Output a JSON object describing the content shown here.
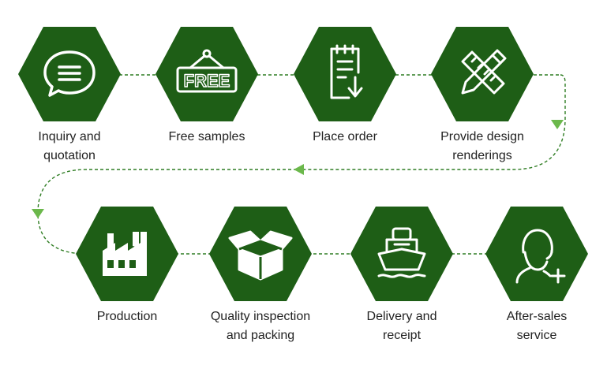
{
  "colors": {
    "hex_fill": "#1e5e16",
    "connector": "#2f7d23",
    "arrow": "#6bb84b",
    "icon": "#ffffff",
    "text": "#222222"
  },
  "steps": [
    {
      "label": "Inquiry and\nquotation",
      "icon": "chat-bubble-icon"
    },
    {
      "label": "Free samples",
      "icon": "free-sign-icon"
    },
    {
      "label": "Place order",
      "icon": "order-clipboard-icon"
    },
    {
      "label": "Provide design\nrenderings",
      "icon": "pencil-ruler-icon"
    },
    {
      "label": "Production",
      "icon": "factory-icon"
    },
    {
      "label": "Quality inspection\nand packing",
      "icon": "open-box-icon"
    },
    {
      "label": "Delivery and\nreceipt",
      "icon": "ship-icon"
    },
    {
      "label": "After-sales\nservice",
      "icon": "headset-agent-icon"
    }
  ],
  "icon_text": {
    "free_sign": "FREE"
  }
}
